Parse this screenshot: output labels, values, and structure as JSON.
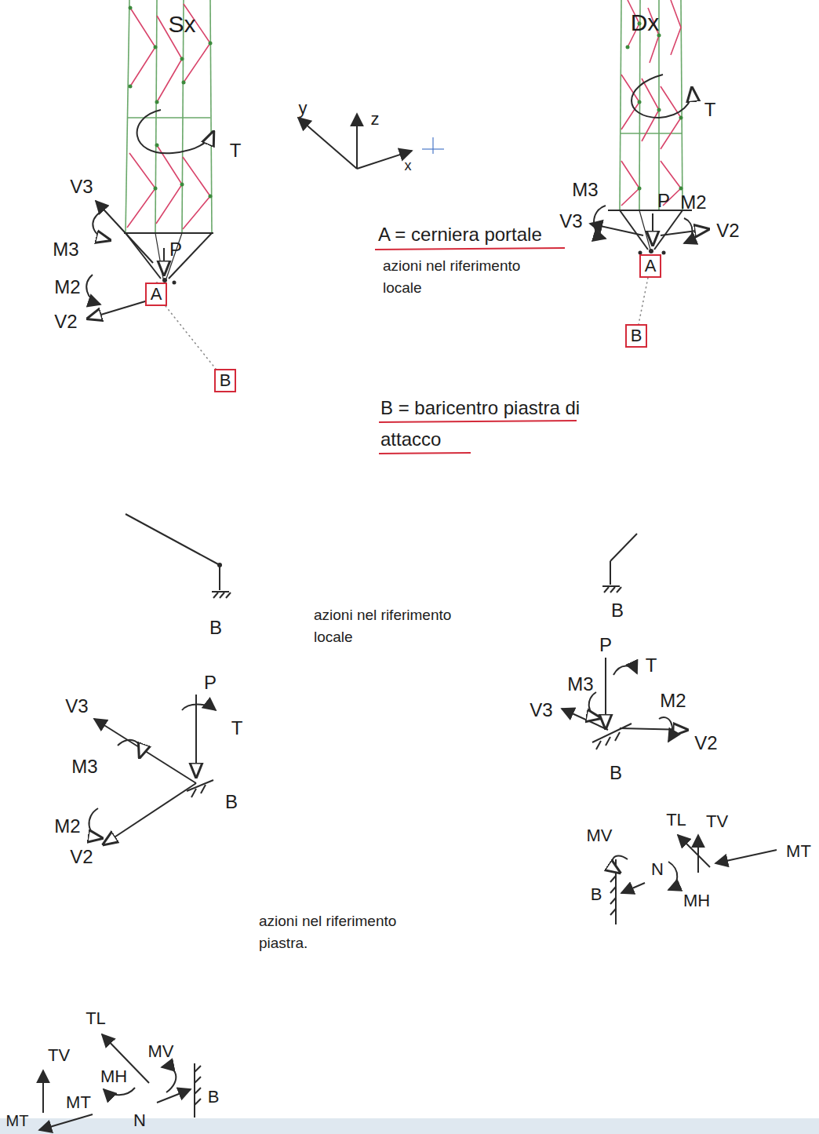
{
  "diagram": {
    "nodes": [
      {
        "text": [
          "A"
        ]
      },
      {
        "text": [
          "B"
        ]
      },
      {
        "text": [
          "A"
        ]
      },
      {
        "text": [
          "B"
        ]
      }
    ],
    "edges": [
      {
        "from": 0,
        "to": 1,
        "arrow": "none"
      },
      {
        "from": 2,
        "to": 3,
        "arrow": "none"
      }
    ],
    "labels": [
      "Sx",
      "Dx",
      "y",
      "z",
      "x",
      "A = cerniera portale",
      "azioni nel riferimento locale",
      "B = baricentro piastra di attacco",
      "T",
      "V3",
      "M3",
      "M2",
      "V2",
      "P",
      "T",
      "M3",
      "V3",
      "P",
      "M2",
      "V2",
      "B",
      "B",
      "azioni nel riferimento locale",
      "P",
      "T",
      "M3",
      "V3",
      "M2",
      "V2",
      "B",
      "V3",
      "P",
      "T",
      "M3",
      "M2",
      "B",
      "V2",
      "azioni nel riferimento piastra.",
      "TL",
      "TV",
      "MT",
      "MV",
      "N",
      "MH",
      "B",
      "TL",
      "TV",
      "MV",
      "MH",
      "B",
      "MT",
      "N",
      "MT"
    ]
  }
}
